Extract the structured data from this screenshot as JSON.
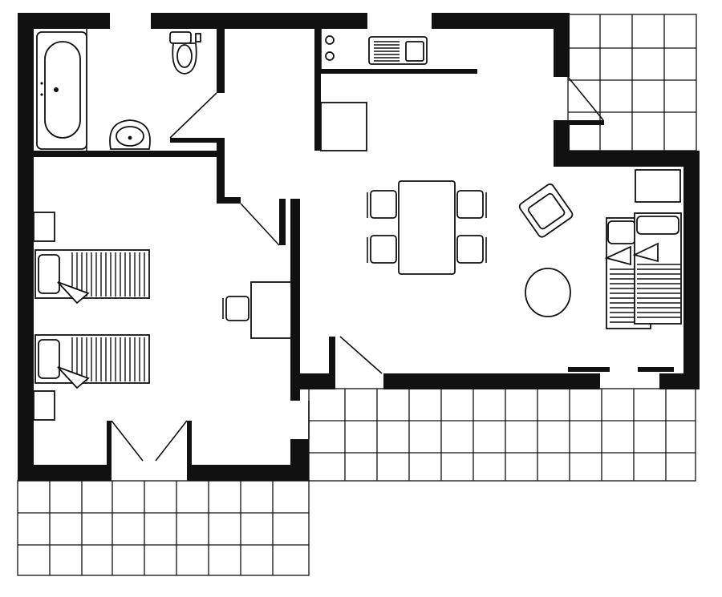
{
  "plan": {
    "labels": [],
    "colors": {
      "ink": "#111111",
      "paper": "#ffffff"
    },
    "rooms": [
      "bathroom",
      "kitchen",
      "living-dining",
      "bedroom",
      "sleeping-alcove",
      "hall",
      "terrace-bottom",
      "terrace-right",
      "terrace-corner"
    ],
    "furniture": [
      "bathtub",
      "toilet",
      "washbasin",
      "stove",
      "sink",
      "counter",
      "dining-table",
      "dining-chair",
      "armchair",
      "round-table",
      "single-bed",
      "desk",
      "desk-chair",
      "nightstand"
    ]
  }
}
